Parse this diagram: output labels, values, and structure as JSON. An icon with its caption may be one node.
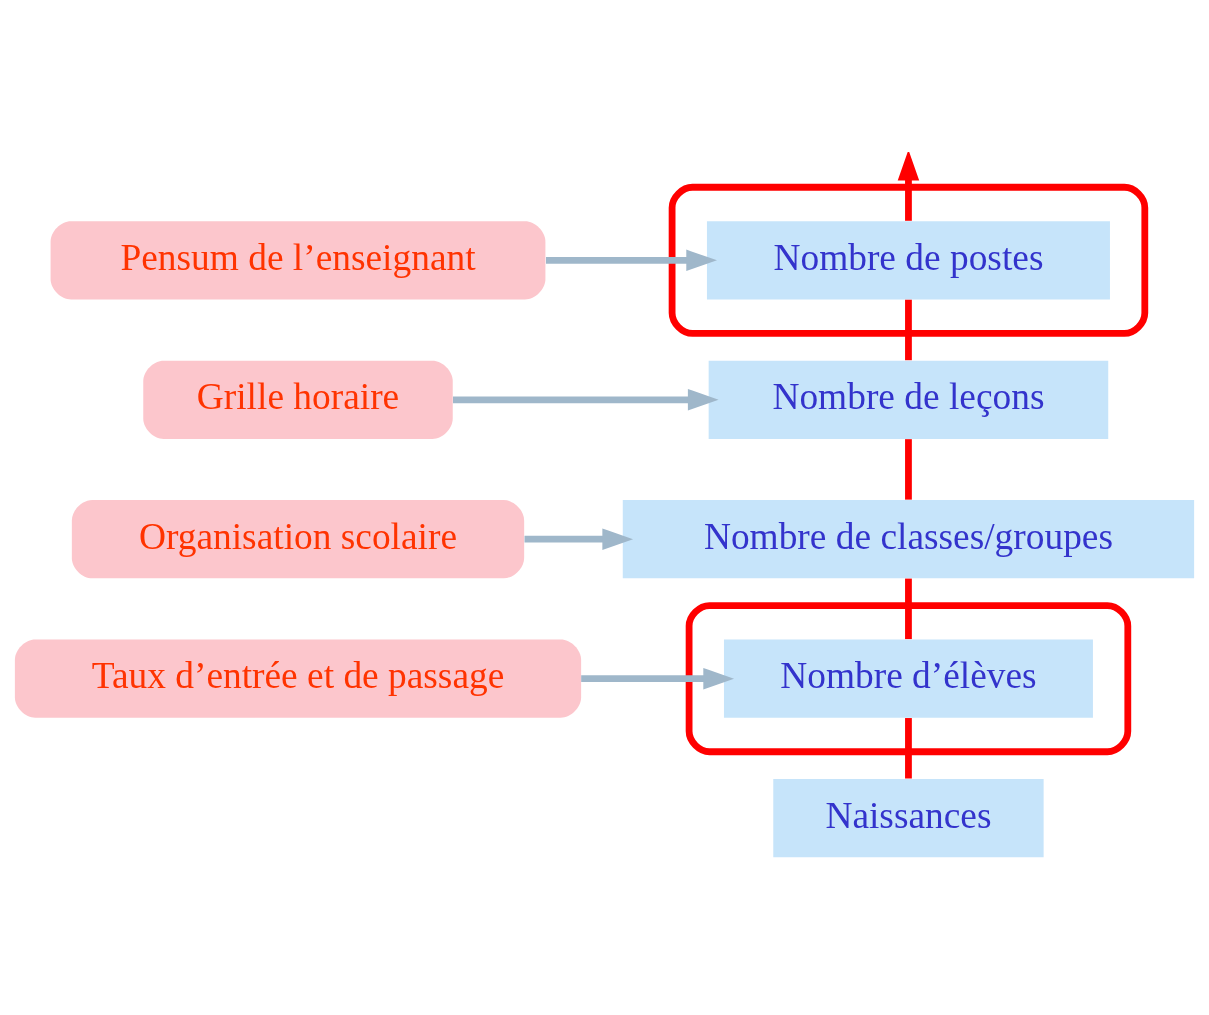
{
  "diagram": {
    "nodes": [
      {
        "text": [],
        "shape": "ellipse"
      },
      {
        "text": [
          "Nombre de postes"
        ],
        "in": 0
      },
      {
        "text": [
          "Pensum de l’enseignant"
        ]
      },
      {
        "text": [
          "Nombre de leçons"
        ]
      },
      {
        "text": [
          "Grille horaire"
        ]
      },
      {
        "text": [
          "Nombre de classes/groupes"
        ]
      },
      {
        "text": [
          "Organisation scolaire"
        ]
      },
      {
        "text": [],
        "shape": "ellipse"
      },
      {
        "text": [
          "Nombre d’élèves"
        ],
        "in": 7
      },
      {
        "text": [
          "Taux d’entrée et de passage"
        ]
      },
      {
        "text": [
          "Naissances"
        ]
      }
    ],
    "edges": [
      {
        "from": 10,
        "to": 8,
        "arrow": "none"
      },
      {
        "from": 8,
        "to": 5,
        "arrow": "none"
      },
      {
        "from": 5,
        "to": 3,
        "arrow": "none"
      },
      {
        "from": 3,
        "to": 1,
        "arrow": "none"
      },
      {
        "from": 1,
        "to": null,
        "arrow": "to"
      },
      {
        "from": 2,
        "to": 1,
        "arrow": "to",
        "color": "#9fb7ca"
      },
      {
        "from": 4,
        "to": 3,
        "arrow": "to",
        "color": "#9fb7ca"
      },
      {
        "from": 6,
        "to": 5,
        "arrow": "to",
        "color": "#9fb7ca"
      },
      {
        "from": 9,
        "to": 8,
        "arrow": "to",
        "color": "#9fb7ca"
      }
    ]
  }
}
